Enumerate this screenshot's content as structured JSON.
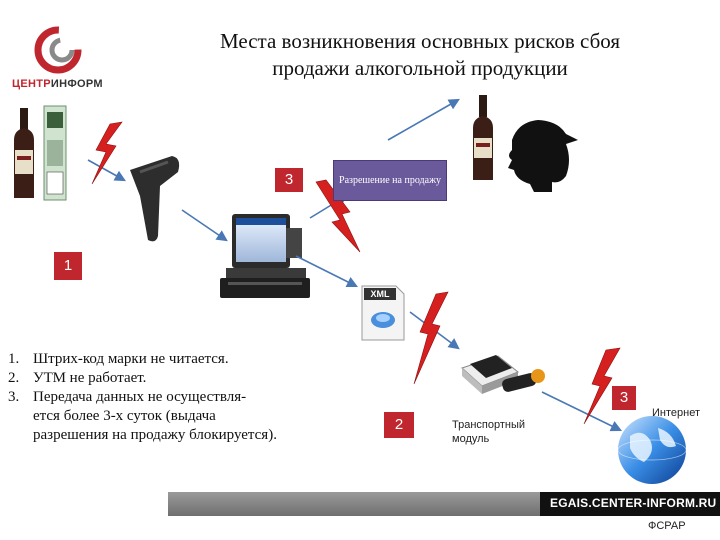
{
  "header": {
    "title_line1": "Места возникновения основных рисков сбоя",
    "title_line2": "продажи алкогольной продукции"
  },
  "logo": {
    "text_part1": "ЦЕНТР",
    "text_part2": "ИНФОРМ",
    "brand_color": "#c0262d"
  },
  "markers": {
    "marker_1": "1",
    "marker_2": "2",
    "marker_3_top": "3",
    "marker_3_right": "3"
  },
  "permission_box": {
    "label": "Разрешение на продажу"
  },
  "xml_doc": {
    "label": "XML"
  },
  "risk_list": {
    "items": [
      {
        "num": "1.",
        "text": "Штрих-код марки не читается."
      },
      {
        "num": "2.",
        "text": "УТМ не работает."
      },
      {
        "num": "3.",
        "text": "Передача данных не осуществля-",
        "cont1": "ется более 3-х суток (выдача",
        "cont2": "разрешения на продажу блокируется)."
      }
    ]
  },
  "labels": {
    "transport_module_line1": "Транспортный",
    "transport_module_line2": "модуль",
    "internet": "Интернет"
  },
  "footer": {
    "url": "EGAIS.CENTER-INFORM.RU",
    "org": "ФСРАР"
  },
  "colors": {
    "accent_red": "#c0262d",
    "arrow_blue": "#4a78b4",
    "permission_purple": "#6a5a9c"
  }
}
